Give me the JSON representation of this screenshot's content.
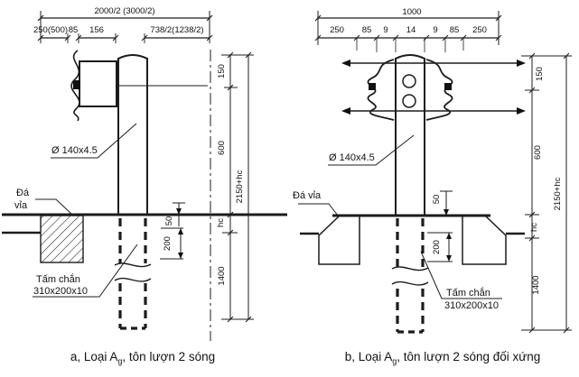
{
  "figure": {
    "caption_a": {
      "prefix": "a, Loại A",
      "sub": "g",
      "suffix": ", tôn lượn 2 sóng"
    },
    "caption_b": {
      "prefix": "b, Loại A",
      "sub": "g",
      "suffix": ", tôn lượn 2 sóng đối xứng"
    },
    "left": {
      "dim_total": "2000/2 (3000/2)",
      "dim_seg1": "250(500)",
      "dim_seg2": "85",
      "dim_seg3": "156",
      "dim_seg4": "738/2(1238/2)",
      "post_spec": "Ø 140x4.5",
      "curb_line1": "Đá",
      "curb_line2": "vỉa",
      "plate_line1": "Tấm chắn",
      "plate_line2": "310x200x10",
      "dim_50": "50",
      "dim_200": "200",
      "dim_150": "150",
      "dim_600": "600",
      "dim_hc": "hc",
      "dim_1400": "1400",
      "dim_overall": "2150+hc"
    },
    "right": {
      "dim_total": "1000",
      "dim_segs": [
        "250",
        "85",
        "9",
        "14",
        "9",
        "85",
        "250"
      ],
      "post_spec": "Ø 140x4.5",
      "curb_label": "Đá vỉa",
      "plate_line1": "Tấm chắn",
      "plate_line2": "310x200x10",
      "dim_50": "50",
      "dim_200": "200",
      "dim_150": "150",
      "dim_600": "600",
      "dim_hc": "hc",
      "dim_1400": "1400",
      "dim_overall": "2150+hc"
    }
  }
}
